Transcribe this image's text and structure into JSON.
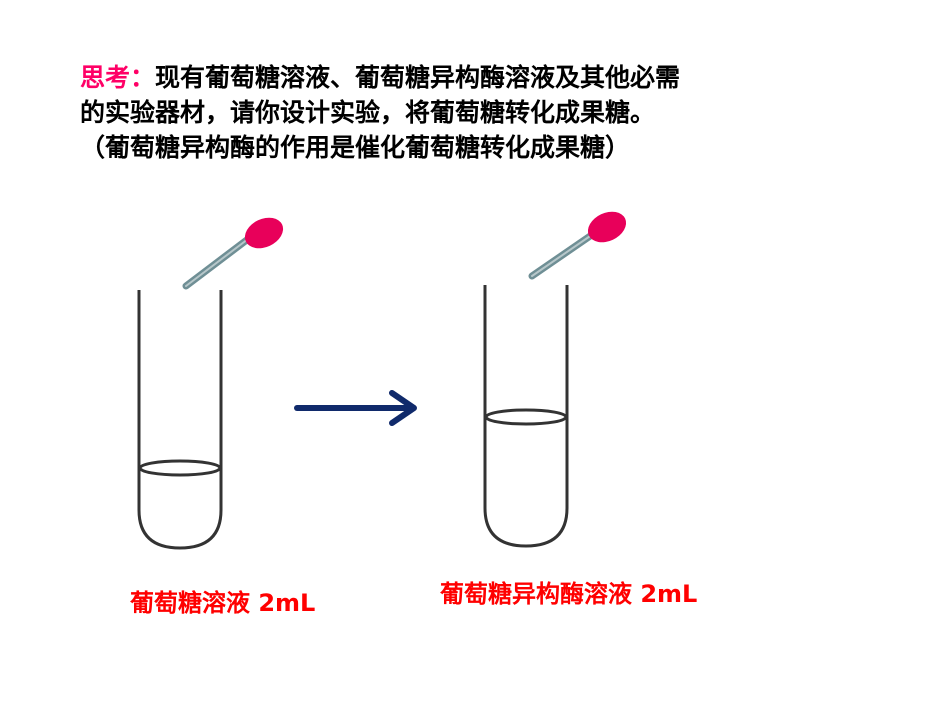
{
  "question": {
    "label": "思考：",
    "line1": "现有葡萄糖溶液、葡萄糖异构酶溶液及其他必需",
    "line2": "的实验器材，请你设计实验，将葡萄糖转化成果糖。",
    "line3": "（葡萄糖异构酶的作用是催化葡萄糖转化成果糖）"
  },
  "captions": {
    "left": "葡萄糖溶液 2mL",
    "right": "葡萄糖异构酶溶液 2mL"
  },
  "colors": {
    "label": "#ff0066",
    "caption": "#ff0000",
    "arrow": "#102a6b",
    "bulb": "#e8005a",
    "dropper": "#6f8f95",
    "tube": "#333333"
  },
  "icons": {
    "dropper": "dropper-icon",
    "tube": "test-tube-icon",
    "arrow": "arrow-right-icon"
  }
}
